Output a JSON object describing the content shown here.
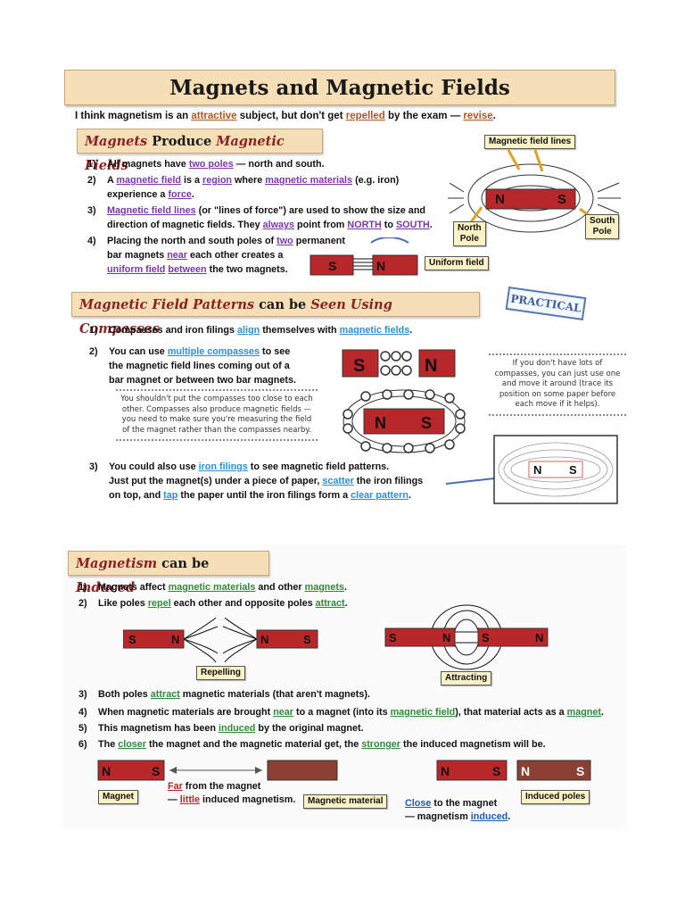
{
  "title": "Magnets and Magnetic Fields",
  "intro": {
    "t1": "I think magnetism is an ",
    "k1": "attractive",
    "t2": " subject, but don't get ",
    "k2": "repelled",
    "t3": " by the exam — ",
    "k3": "revise",
    "t4": "."
  },
  "section1": {
    "heading": {
      "a": "Magnets",
      "b": " Produce ",
      "c": "Magnetic Fields"
    },
    "item1": {
      "n": "1)",
      "t1": "All magnets have ",
      "k1": "two poles",
      "t2": " — north and south."
    },
    "item2": {
      "n": "2)",
      "t1": "A ",
      "k1": "magnetic field",
      "t2": " is a ",
      "k2": "region",
      "t3": " where ",
      "k3": "magnetic materials",
      "t4": " (e.g. iron)",
      "t5": "experience a ",
      "k4": "force",
      "t6": "."
    },
    "item3": {
      "n": "3)",
      "k1": "Magnetic field lines",
      "t1": " (or \"lines of force\") are used to show the size and",
      "t2": "direction of magnetic fields.  They ",
      "k2": "always",
      "t3": " point from ",
      "k3": "NORTH",
      "t4": " to ",
      "k4": "SOUTH",
      "t5": "."
    },
    "item4": {
      "n": "4)",
      "t1": "Placing the north and south poles of ",
      "k1": "two",
      "t2": " permanent",
      "t3": "bar magnets ",
      "k2": "near",
      "t4": " each other creates a",
      "k3": "uniform field",
      "t5": " ",
      "k4": "between",
      "t6": " the two magnets."
    },
    "labels": {
      "field_lines": "Magnetic field lines",
      "north_pole_a": "North",
      "north_pole_b": "Pole",
      "south_pole_a": "South",
      "south_pole_b": "Pole",
      "uniform_field": "Uniform field"
    },
    "magnet_n": "N",
    "magnet_s": "S"
  },
  "section2": {
    "heading": {
      "a": "Magnetic Field Patterns",
      "b": " can be ",
      "c": "Seen Using Compasses"
    },
    "badge": "PRACTICAL",
    "item1": {
      "n": "1)",
      "t1": "Compasses and iron filings ",
      "k1": "align",
      "t2": " themselves with ",
      "k2": "magnetic fields",
      "t3": "."
    },
    "item2": {
      "n": "2)",
      "t1": "You can use ",
      "k1": "multiple compasses",
      "t2": " to see",
      "t3": "the magnetic field lines coming out of a",
      "t4": "bar magnet or between two bar magnets."
    },
    "note_left": "You shouldn't put the compasses too close to each other.  Compasses also produce magnetic fields — you need to make sure you're measuring the field of the magnet rather than the compasses nearby.",
    "note_right": "If you don't have lots of compasses, you can just use one and move it around (trace its position on some paper before each move if it helps).",
    "item3": {
      "n": "3)",
      "t1": "You could also use ",
      "k1": "iron filings",
      "t2": " to see magnetic field patterns.",
      "t3": "Just put the magnet(s) under a piece of paper, ",
      "k2": "scatter",
      "t4": " the iron filings",
      "t5": "on top, and ",
      "k3": "tap",
      "t6": " the paper until the iron filings form a ",
      "k4": "clear pattern",
      "t7": "."
    }
  },
  "section3": {
    "heading": {
      "a": "Magnetism",
      "b": " can be ",
      "c": "Induced"
    },
    "item1": {
      "n": "1)",
      "t1": "Magnets affect ",
      "k1": "magnetic materials",
      "t2": " and other ",
      "k2": "magnets",
      "t3": "."
    },
    "item2": {
      "n": "2)",
      "t1": "Like poles ",
      "k1": "repel",
      "t2": " each other and opposite poles ",
      "k2": "attract",
      "t3": "."
    },
    "labels": {
      "repelling": "Repelling",
      "attracting": "Attracting",
      "magnet": "Magnet",
      "magnetic_material": "Magnetic material",
      "induced_poles": "Induced poles"
    },
    "item3": {
      "n": "3)",
      "t1": "Both poles ",
      "k1": "attract",
      "t2": " magnetic materials (that aren't magnets)."
    },
    "item4": {
      "n": "4)",
      "t1": "When magnetic materials are brought ",
      "k1": "near",
      "t2": " to a magnet (into its ",
      "k2": "magnetic field",
      "t3": "), that material acts as a ",
      "k3": "magnet",
      "t4": "."
    },
    "item5": {
      "n": "5)",
      "t1": "This magnetism has been ",
      "k1": "induced",
      "t2": " by the original magnet."
    },
    "item6": {
      "n": "6)",
      "t1": "The ",
      "k1": "closer",
      "t2": " the magnet and the magnetic material get, the ",
      "k2": "stronger",
      "t3": " the induced magnetism will be."
    },
    "far": {
      "k1": "Far",
      "t1": " from the magnet",
      "t2": "— ",
      "k2": "little",
      "t3": " induced magnetism."
    },
    "close": {
      "k1": "Close",
      "t1": " to the magnet",
      "t2": "— magnetism ",
      "k2": "induced",
      "t3": "."
    }
  }
}
